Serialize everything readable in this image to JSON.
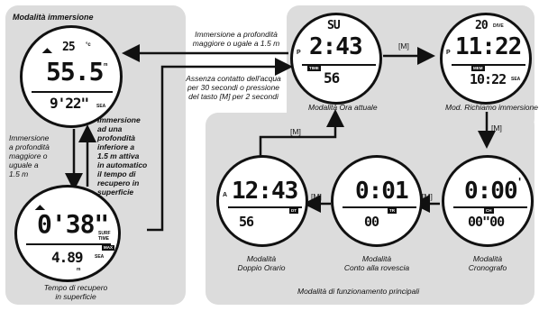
{
  "left_panel": {
    "title_dive": "Modalità immersione",
    "title_surface_1": "Tempo di recupero",
    "title_surface_2": "in superficie",
    "note_down": [
      "Immersione",
      "a profondità",
      "maggiore o",
      "uguale a",
      "1.5 m"
    ],
    "note_up": [
      "Immersione",
      "ad una",
      "profondità",
      "inferiore a",
      "1.5 m attiva",
      "in automatico",
      "il tempo di",
      "recupero in",
      "superficie"
    ]
  },
  "top_notes": {
    "dive_trigger": [
      "Immersione a profondità",
      "maggiore o ugale a 1.5 m"
    ],
    "wake_trigger": [
      "Assenza contatto dell'acqua",
      "per 30 secondi o pressione",
      "del tasto [M] per 2 secondi"
    ]
  },
  "button_label": "[M]",
  "watches": {
    "dive": {
      "temp": "25",
      "temp_unit": "°c",
      "depth": "55.5",
      "depth_unit": "m",
      "time": "9'22\"",
      "time_unit": "SEA"
    },
    "surface": {
      "main": "0'38\"",
      "unit1": "SURF",
      "unit2": "TIME",
      "sub": "4.89",
      "sub_unit": "SEA",
      "sub_unit2": "m",
      "tag": "MAX"
    },
    "current_time": {
      "day": "SU",
      "time": "2:43",
      "tag": "TIME",
      "seconds": "56",
      "side": "P",
      "caption": "Modalità Ora attuale"
    },
    "dive_recall": {
      "num": "20",
      "num_label": "DIVE",
      "time": "11:22",
      "tag": "MEM",
      "sub": "10:22",
      "sub_unit": "SEA",
      "side": "P",
      "caption": "Mod. Richiamo immersione"
    },
    "chrono": {
      "main": "0:00",
      "mark": "'",
      "tag": "CH",
      "sub": "00\"00",
      "caption_1": "Modalità",
      "caption_2": "Cronografo"
    },
    "countdown": {
      "main": "0:01",
      "tag": "TR",
      "sub": "00",
      "caption_1": "Modalità",
      "caption_2": "Conto alla rovescia"
    },
    "dual_time": {
      "main": "12:43",
      "tag": "DT",
      "sub": "56",
      "side": "A",
      "caption_1": "Modalità",
      "caption_2": "Doppio Orario"
    }
  },
  "main_modes_title": "Modalità di funzionamento principali"
}
